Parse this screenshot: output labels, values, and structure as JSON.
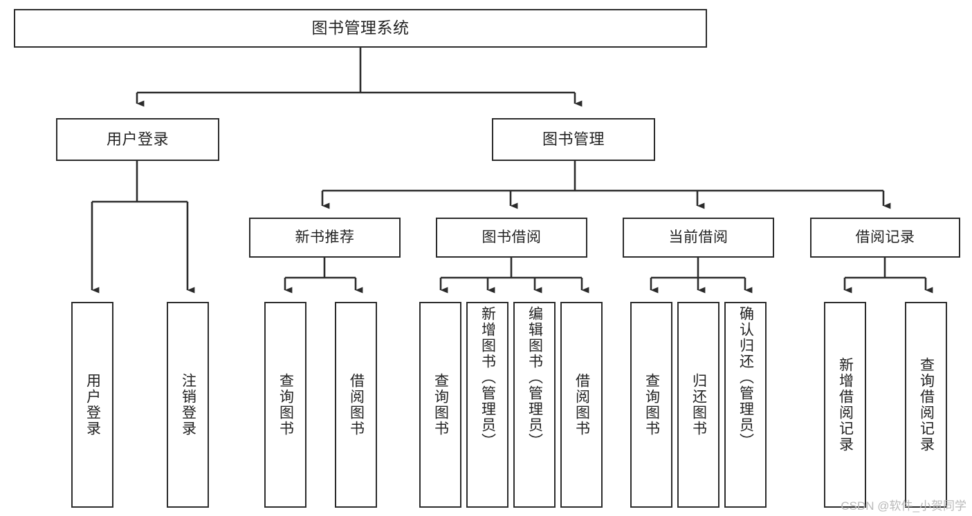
{
  "diagram": {
    "type": "tree-hierarchy",
    "title": "图书管理系统",
    "orientation": "top-down",
    "colors": {
      "box_border": "#2b2b2b",
      "box_fill": "#ffffff",
      "connector": "#2b2b2b",
      "text": "#222222",
      "watermark": "#b9b9b9",
      "background": "#ffffff"
    },
    "root": {
      "label": "图书管理系统"
    },
    "level1": [
      {
        "label": "用户登录"
      },
      {
        "label": "图书管理"
      }
    ],
    "level2": [
      {
        "label": "新书推荐"
      },
      {
        "label": "图书借阅"
      },
      {
        "label": "当前借阅"
      },
      {
        "label": "借阅记录"
      }
    ],
    "leaves": {
      "user_login": [
        {
          "label": "用户登录"
        },
        {
          "label": "注销登录"
        }
      ],
      "new_book_recommend": [
        {
          "label": "查询图书"
        },
        {
          "label": "借阅图书"
        }
      ],
      "book_borrow": [
        {
          "label": "查询图书"
        },
        {
          "label": "新增图书（管理员）"
        },
        {
          "label": "编辑图书（管理员）"
        },
        {
          "label": "借阅图书"
        }
      ],
      "current_borrow": [
        {
          "label": "查询图书"
        },
        {
          "label": "归还图书"
        },
        {
          "label": "确认归还（管理员）"
        }
      ],
      "borrow_record": [
        {
          "label": "新增借阅记录"
        },
        {
          "label": "查询借阅记录"
        }
      ]
    }
  },
  "watermark": {
    "text": "CSDN @软件_小贺同学"
  }
}
